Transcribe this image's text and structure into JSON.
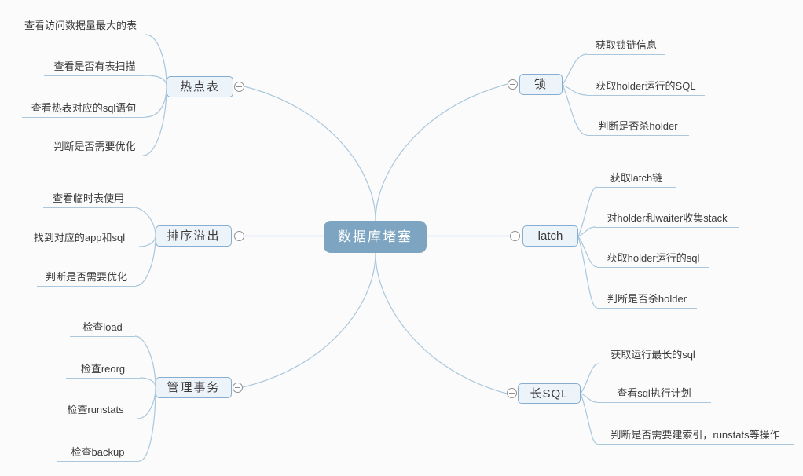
{
  "root": {
    "label": "数据库堵塞"
  },
  "branches": [
    {
      "label": "热点表",
      "side": "left",
      "children": [
        "查看访问数据量最大的表",
        "查看是否有表扫描",
        "查看热表对应的sql语句",
        "判断是否需要优化"
      ]
    },
    {
      "label": "排序溢出",
      "side": "left",
      "children": [
        "查看临时表使用",
        "找到对应的app和sql",
        "判断是否需要优化"
      ]
    },
    {
      "label": "管理事务",
      "side": "left",
      "children": [
        "检查load",
        "检查reorg",
        "检查runstats",
        "检查backup"
      ]
    },
    {
      "label": "锁",
      "side": "right",
      "children": [
        "获取锁链信息",
        "获取holder运行的SQL",
        "判断是否杀holder"
      ]
    },
    {
      "label": "latch",
      "side": "right",
      "children": [
        "获取latch链",
        "对holder和waiter收集stack",
        "获取holder运行的sql",
        "判断是否杀holder"
      ]
    },
    {
      "label": "长SQL",
      "side": "right",
      "children": [
        "获取运行最长的sql",
        "查看sql执行计划",
        "判断是否需要建索引，runstats等操作"
      ]
    }
  ],
  "icons": {
    "collapse": "minus-circle"
  },
  "colors": {
    "background": "#fbfbfb",
    "root_fill": "#7da5c2",
    "root_text": "#ffffff",
    "branch_fill": "#ecf3f9",
    "branch_border": "#87aed0",
    "connector_line": "#a9c7dd",
    "topic_text": "#3a3a3a",
    "collapse_icon": "#8e8e8e"
  }
}
